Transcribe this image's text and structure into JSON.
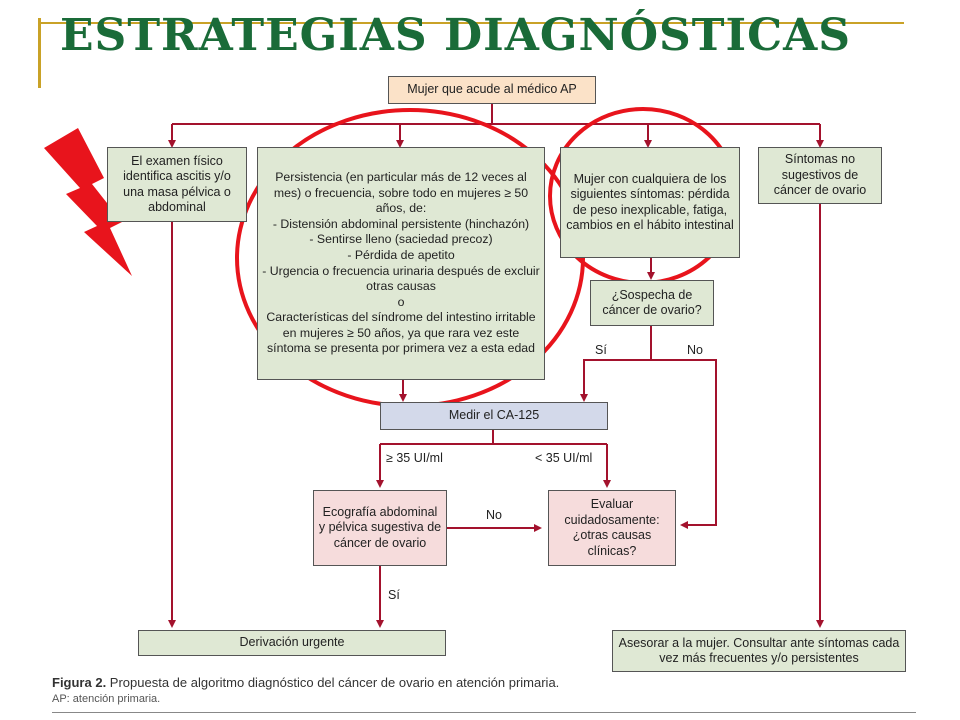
{
  "slide": {
    "title": "ESTRATEGIAS DIAGNÓSTICAS"
  },
  "flowchart": {
    "start": "Mujer que acude al médico AP",
    "exam": "El examen físico identifica ascitis y/o una masa pélvica o abdominal",
    "persistence": "Persistencia (en particular más de 12 veces al mes) o frecuencia, sobre todo en mujeres ≥ 50 años, de:\n- Distensión abdominal persistente (hinchazón)\n- Sentirse lleno (saciedad precoz)\n- Pérdida de apetito\n- Urgencia o frecuencia urinaria después de excluir otras causas\no\nCaracterísticas del síndrome del intestino irritable en mujeres ≥ 50 años, ya que rara vez este síntoma se presenta por primera vez a esta edad",
    "symptoms": "Mujer con cualquiera de los siguientes síntomas: pérdida de peso inexplicable, fatiga, cambios en el hábito intestinal",
    "no_symptoms": "Síntomas no sugestivos de cáncer de ovario",
    "suspicion": "¿Sospecha de cáncer de ovario?",
    "yes_label": "Sí",
    "no_label": "No",
    "ca125": "Medir el CA-125",
    "ge35": "≥ 35 UI/ml",
    "lt35": "< 35 UI/ml",
    "echo": "Ecografía abdominal y pélvica sugestiva de cáncer de ovario",
    "evaluate": "Evaluar cuidadosamente: ¿otras causas clínicas?",
    "echo_no_label": "No",
    "echo_yes_label": "Sí",
    "urgent": "Derivación urgente",
    "advise": "Asesorar a la mujer. Consultar ante síntomas cada vez más frecuentes y/o persistentes"
  },
  "figure": {
    "caption_label": "Figura 2.",
    "caption_text": " Propuesta de algoritmo diagnóstico del cáncer de ovario en atención primaria.",
    "abbrev": "AP: atención primaria."
  },
  "colors": {
    "title_green": "#1a6b38",
    "arrow": "#a3122d",
    "highlight": "#e8141c",
    "accent_gold": "#c9a227"
  },
  "annotations": [
    "lightning-bolt-icon",
    "highlight-circle-persistence",
    "highlight-circle-symptoms"
  ]
}
